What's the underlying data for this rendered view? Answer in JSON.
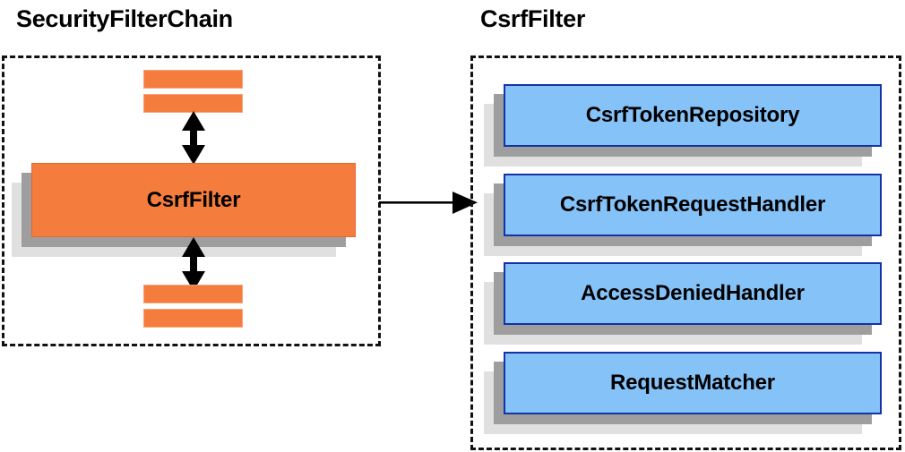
{
  "diagram": {
    "type": "architecture-block-diagram",
    "background_color": "#ffffff",
    "panels": [
      {
        "id": "security-filter-chain",
        "title": "SecurityFilterChain",
        "border_style": "dashed",
        "border_color": "#111111",
        "nodes": [
          {
            "id": "stub-top-1",
            "label": "",
            "color": "#f47c3c",
            "kind": "stub"
          },
          {
            "id": "stub-top-2",
            "label": "",
            "color": "#f47c3c",
            "kind": "stub"
          },
          {
            "id": "csrf-filter",
            "label": "CsrfFilter",
            "color": "#f47c3c",
            "kind": "block"
          },
          {
            "id": "stub-bottom-1",
            "label": "",
            "color": "#f47c3c",
            "kind": "stub"
          },
          {
            "id": "stub-bottom-2",
            "label": "",
            "color": "#f47c3c",
            "kind": "stub"
          }
        ],
        "connectors": [
          {
            "id": "arrow-above-csrf-filter",
            "direction": "bidirectional",
            "orientation": "vertical"
          },
          {
            "id": "arrow-below-csrf-filter",
            "direction": "bidirectional",
            "orientation": "vertical"
          }
        ]
      },
      {
        "id": "csrf-filter-detail",
        "title": "CsrfFilter",
        "border_style": "dashed",
        "border_color": "#111111",
        "nodes": [
          {
            "id": "csrf-token-repository",
            "label": "CsrfTokenRepository",
            "color": "#85c2f8",
            "kind": "block"
          },
          {
            "id": "csrf-token-request-handler",
            "label": "CsrfTokenRequestHandler",
            "color": "#85c2f8",
            "kind": "block"
          },
          {
            "id": "access-denied-handler",
            "label": "AccessDeniedHandler",
            "color": "#85c2f8",
            "kind": "block"
          },
          {
            "id": "request-matcher",
            "label": "RequestMatcher",
            "color": "#85c2f8",
            "kind": "block"
          }
        ]
      }
    ],
    "cross_panel_connector": {
      "id": "csrf-filter-to-detail",
      "from": "csrf-filter",
      "to": "csrf-filter-detail",
      "direction": "unidirectional",
      "orientation": "horizontal",
      "color": "#000000"
    },
    "colors": {
      "orange": "#f47c3c",
      "orange_border": "#e2673a",
      "blue": "#85c2f8",
      "blue_border": "#1632a8",
      "shadow_dark": "#9e9e9e",
      "shadow_light": "#e0e0e0",
      "text": "#000000"
    }
  }
}
